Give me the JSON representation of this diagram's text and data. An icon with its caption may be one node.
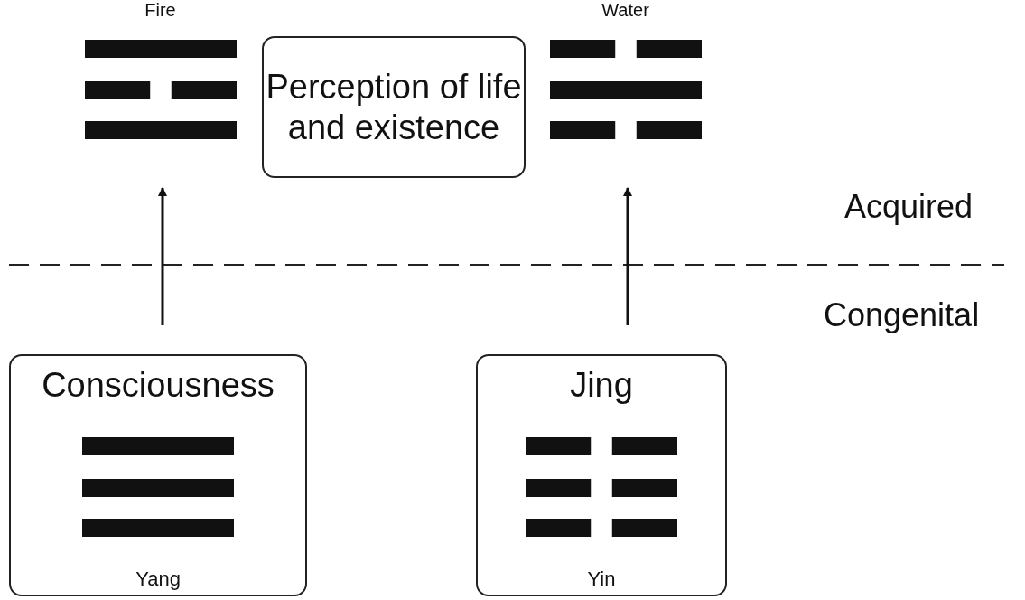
{
  "diagram": {
    "nodes": [
      {
        "text": [
          "Fire"
        ]
      },
      {
        "text": [
          "Perception of life and existence"
        ]
      },
      {
        "text": [
          "Water"
        ]
      },
      {
        "text": [
          "Consciousness",
          "Yang"
        ]
      },
      {
        "text": [
          "Jing",
          "Yin"
        ]
      }
    ],
    "edges": [
      {
        "from": 3,
        "to": 0,
        "arrow": "to"
      },
      {
        "from": 4,
        "to": 2,
        "arrow": "to"
      }
    ],
    "labels": [
      "Acquired",
      "Congenital"
    ]
  }
}
